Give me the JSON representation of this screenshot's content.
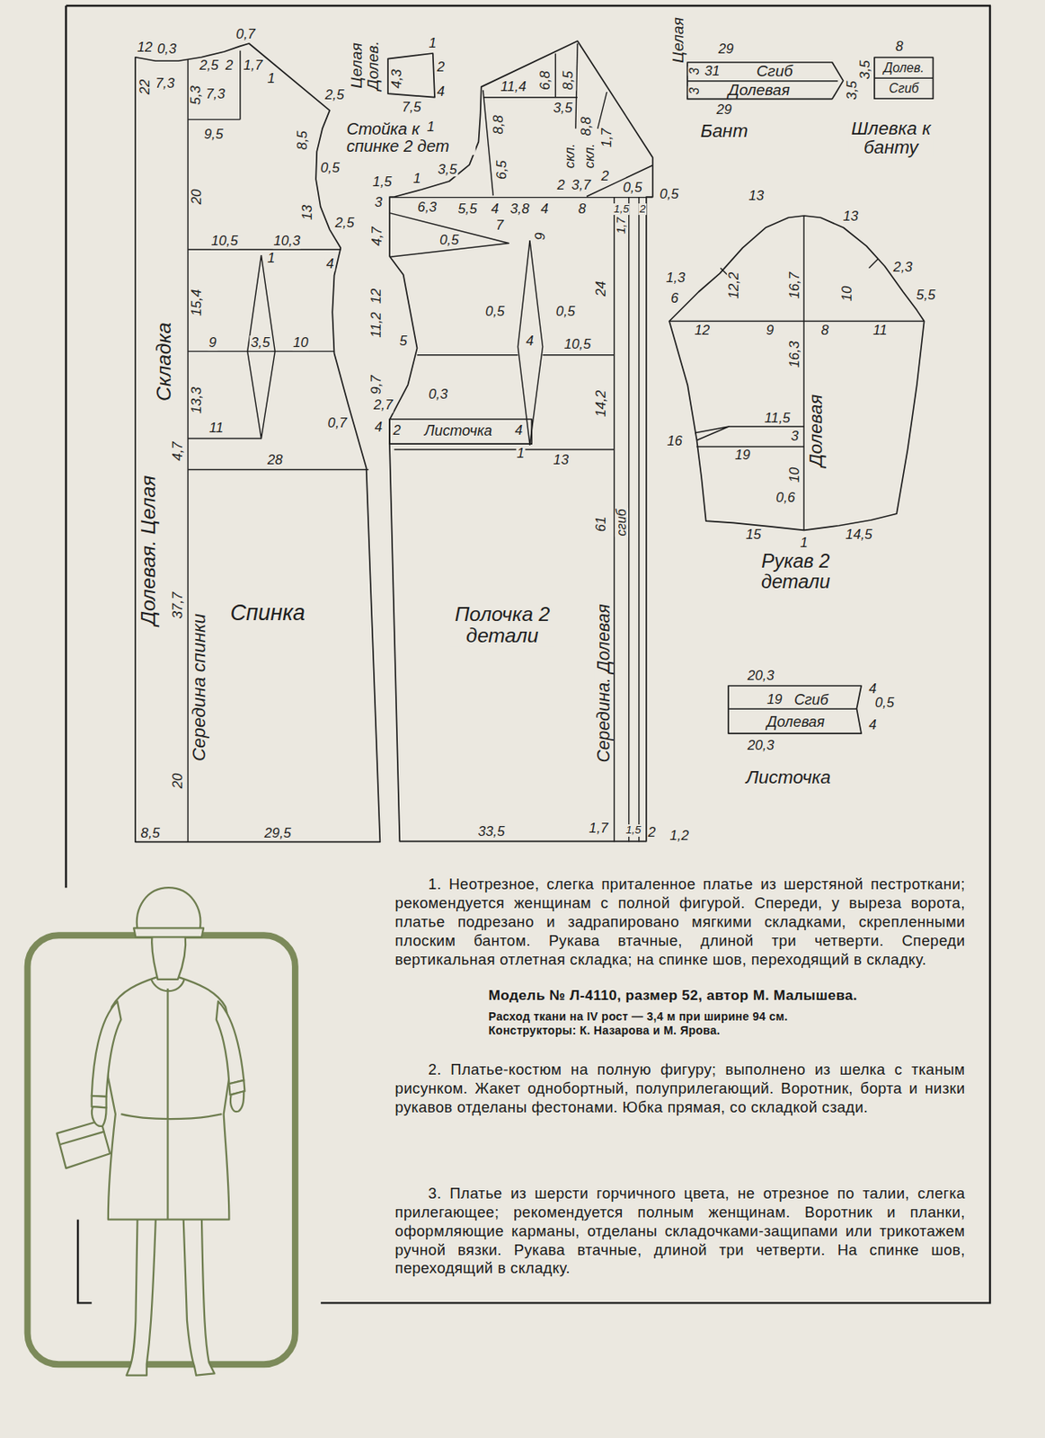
{
  "diagram": {
    "nodes": [
      {
        "text": [
          "Долевая. Целая",
          "Складка",
          "Середина спинки",
          "Спинка"
        ]
      },
      {
        "text": [
          "Полочка 2 детали",
          "Середина. Долевая",
          "сгиб"
        ]
      },
      {
        "text": [
          "Листочка"
        ],
        "in": 1
      },
      {
        "text": [
          "Целая Долев.",
          "Стойка к спинке 2 дет"
        ]
      },
      {
        "text": [
          "Целая",
          "Сгиб",
          "Долевая",
          "Бант"
        ]
      },
      {
        "text": [
          "Долев.",
          "Сгиб",
          "Шлевка к банту"
        ]
      },
      {
        "text": [
          "Долевая",
          "Рукав 2 детали"
        ]
      },
      {
        "text": [
          "Сгиб",
          "Долевая",
          "Листочка"
        ]
      }
    ],
    "labels": [
      "12",
      "0,3",
      "2,5",
      "0,7",
      "2",
      "1,7",
      "1",
      "22",
      "7,3",
      "5,3",
      "7,3",
      "9,5",
      "2,5",
      "8,5",
      "0,5",
      "20",
      "13",
      "2,5",
      "10,5",
      "10,3",
      "1",
      "4",
      "15,4",
      "9",
      "3,5",
      "10",
      "13,3",
      "11",
      "0,7",
      "4,7",
      "28",
      "37,7",
      "20",
      "8,5",
      "29,5",
      "1",
      "4,3",
      "2",
      "4",
      "7,5",
      "1",
      "11,4",
      "6,8",
      "8,5",
      "3,5",
      "8,8",
      "8,8",
      "1,7",
      "скл.",
      "скл.",
      "2",
      "2",
      "3,7",
      "0,5",
      "6,5",
      "3,5",
      "1",
      "1,5",
      "6,3",
      "5,5",
      "4",
      "3,8",
      "4",
      "8",
      "1,5",
      "2",
      "0,5",
      "1,7",
      "3",
      "4,7",
      "7",
      "0,5",
      "9",
      "12",
      "11,2",
      "5",
      "0,5",
      "0,5",
      "4",
      "10,5",
      "24",
      "9,7",
      "0,3",
      "2,7",
      "4",
      "2",
      "4",
      "1",
      "14,2",
      "13",
      "61",
      "33,5",
      "1,7",
      "1,5",
      "2",
      "1,2",
      "29",
      "8",
      "3",
      "3",
      "31",
      "3,5",
      "3,5",
      "29",
      "13",
      "13",
      "1,3",
      "6",
      "12,2",
      "16,7",
      "10",
      "2,3",
      "5,5",
      "12",
      "9",
      "8",
      "11",
      "16,3",
      "11,5",
      "16",
      "3",
      "19",
      "10",
      "0,6",
      "15",
      "1",
      "14,5",
      "20,3",
      "19",
      "4",
      "0,5",
      "4",
      "20,3",
      "1. Неотрезное, слегка приталенное платье из шерстяной пестроткани; рекомендуется женщинам с полной фигурой. Спереди, у выреза ворота, платье подрезано и задрапировано мягкими складками, скрепленными плоским бантом. Рукава втачные, длиной три четверти. Спереди вертикальная отлетная складка; на спинке шов, переходящий в складку.",
      "Модель № Л-4110, размер 52, автор М. Малышева.",
      "Расход ткани на IV рост — 3,4 м при ширине 94 см.",
      "Конструкторы: К. Назарова и М. Ярова.",
      "2. Платье-костюм на полную фигуру; выполнено из шелка с тканым рисунком. Жакет однобортный, полуприлегающий. Воротник, борта и низки рукавов отделаны фестонами. Юбка прямая, со складкой сзади.",
      "3. Платье из шерсти горчичного цвета, не отрезное по талии, слегка прилегающее; рекомендуется полным женщинам. Воротник и планки, оформляющие карманы, отделаны складочками-защипами или трикотажем ручной вязки. Рукава втачные, длиной три четверти. На спинке шов, переходящий в складку."
    ]
  }
}
